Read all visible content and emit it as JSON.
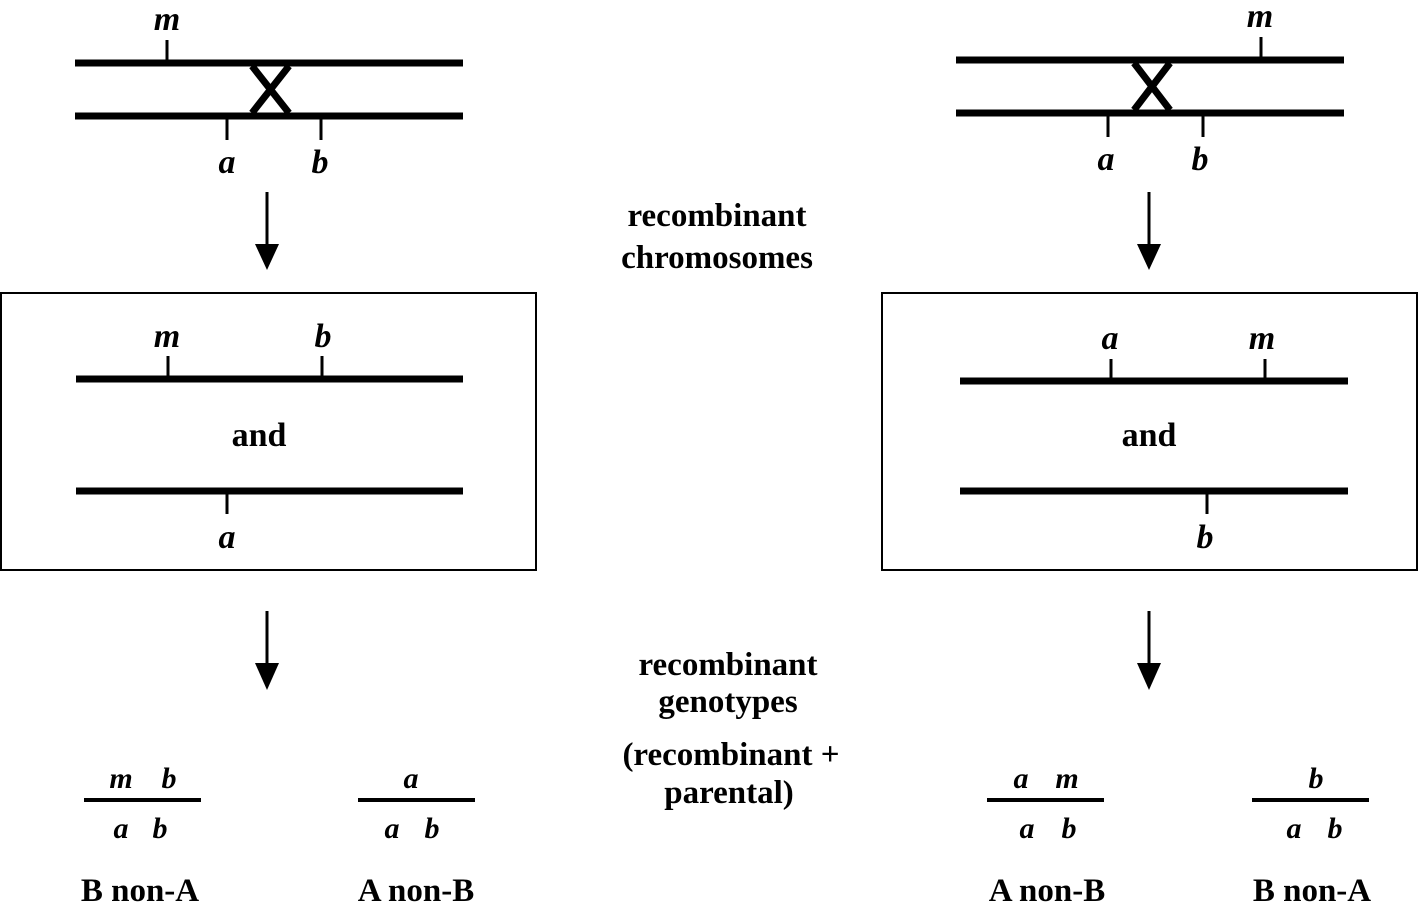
{
  "left": {
    "top": {
      "upper_gene": "m",
      "lower_gene_1": "a",
      "lower_gene_2": "b"
    },
    "box": {
      "upper_gene_1": "m",
      "upper_gene_2": "b",
      "connector": "and",
      "lower_gene": "a"
    },
    "genotypes": [
      {
        "top_1": "m",
        "top_2": "b",
        "bottom_1": "a",
        "bottom_2": "b",
        "phenotype": "B non-A"
      },
      {
        "top_1": "a",
        "top_2": "",
        "bottom_1": "a",
        "bottom_2": "b",
        "phenotype": "A non-B"
      }
    ]
  },
  "right": {
    "top": {
      "upper_gene": "m",
      "lower_gene_1": "a",
      "lower_gene_2": "b"
    },
    "box": {
      "upper_gene_1": "a",
      "upper_gene_2": "m",
      "connector": "and",
      "lower_gene": "b"
    },
    "genotypes": [
      {
        "top_1": "a",
        "top_2": "m",
        "bottom_1": "a",
        "bottom_2": "b",
        "phenotype": "A non-B"
      },
      {
        "top_1": "b",
        "top_2": "",
        "bottom_1": "a",
        "bottom_2": "b",
        "phenotype": "B non-A"
      }
    ]
  },
  "center": {
    "chromosomes_label_1": "recombinant",
    "chromosomes_label_2": "chromosomes",
    "genotypes_label_1": "recombinant",
    "genotypes_label_2": "genotypes",
    "genotypes_label_3": "(recombinant +",
    "genotypes_label_4": "parental)"
  }
}
